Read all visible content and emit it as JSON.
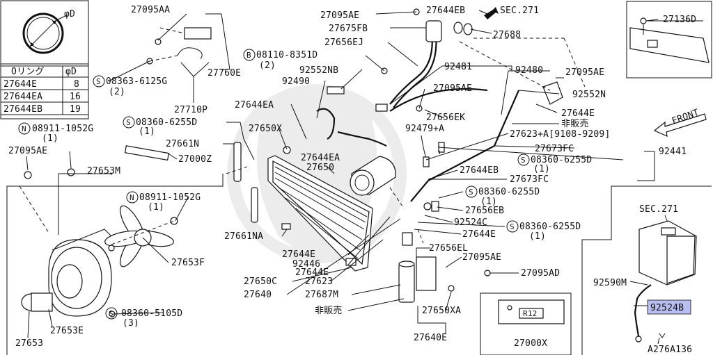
{
  "ring_table": {
    "diameter_symbol": "φD",
    "col_ring": "Oリング",
    "col_d": "φD",
    "rows": [
      {
        "part": "27644E",
        "d": "8"
      },
      {
        "part": "27644EA",
        "d": "16"
      },
      {
        "part": "27644EB",
        "d": "19"
      }
    ]
  },
  "labels": {
    "p27095AA": "27095AA",
    "p27760E": "27760E",
    "s08363_6125G": "08363-6125G",
    "s08363_6125G_qty": "(2)",
    "p27710P": "27710P",
    "p27095AE_top": "27095AE",
    "p27675FB": "27675FB",
    "p27656EJ": "27656EJ",
    "b08110_8351D": "08110-8351D",
    "b08110_8351D_qty": "(2)",
    "p92552NB": "92552NB",
    "p92490": "92490",
    "p27644EA_a": "27644EA",
    "s08360_6255D_a": "08360-6255D",
    "s08360_6255D_a_qty": "(1)",
    "p27650X": "27650X",
    "p27644EB_top": "27644EB",
    "sec271_top": "SEC.271",
    "p27688": "27688",
    "p92481": "92481",
    "p92480": "92480",
    "p27095AE_right": "27095AE",
    "p27095AE_mid": "27095AE",
    "p92552N": "92552N",
    "p27656EK": "27656EK",
    "p27644E_right": "27644E",
    "hihanbai_top": "非販売",
    "p92479A": "92479+A",
    "p27623A": "27623+A[9108-9209]",
    "p27673FC_a": "27673FC",
    "p92441": "92441",
    "s08360_6255D_b": "08360-6255D",
    "s08360_6255D_b_qty": "(1)",
    "p27644EB_mid": "27644EB",
    "p27673FC_b": "27673FC",
    "p27136D": "27136D",
    "front": "FRONT",
    "n08911_1052G_a": "08911-1052G",
    "n08911_1052G_a_qty": "(1)",
    "p27095AE_left": "27095AE",
    "p27661N": "27661N",
    "p27000Z": "27000Z",
    "p27653M": "27653M",
    "p27644EA_b": "27644EA",
    "p27650": "27650",
    "n08911_1052G_b": "08911-1052G",
    "n08911_1052G_b_qty": "(1)",
    "s08360_6255D_c": "08360-6255D",
    "s08360_6255D_c_qty": "(1)",
    "p27656EB": "27656EB",
    "p92524C": "92524C",
    "s08360_6255D_d": "08360-6255D",
    "s08360_6255D_d_qty": "(1)",
    "p27644E_mid": "27644E",
    "p27661NA": "27661NA",
    "p27653F": "27653F",
    "p27644E_low": "27644E",
    "p92446": "92446",
    "p27644E_low2": "27644E",
    "p27656EL": "27656EL",
    "p27095AE_low": "27095AE",
    "p27095AD": "27095AD",
    "p27650C": "27650C",
    "p27623": "27623",
    "p27640": "27640",
    "p27687M": "27687M",
    "hihanbai_bottom": "非販売",
    "p27650XA": "27650XA",
    "p27640E": "27640E",
    "s08360_5105D": "08360-5105D",
    "s08360_5105D_qty": "(3)",
    "p27653E": "27653E",
    "p27653": "27653",
    "sec271_right": "SEC.271",
    "p92590M": "92590M",
    "p92524B": "92524B",
    "a276a136": "A276A136",
    "p27000X": "27000X",
    "r12": "R12",
    "sym_s": "S",
    "sym_n": "N",
    "sym_b": "B"
  }
}
